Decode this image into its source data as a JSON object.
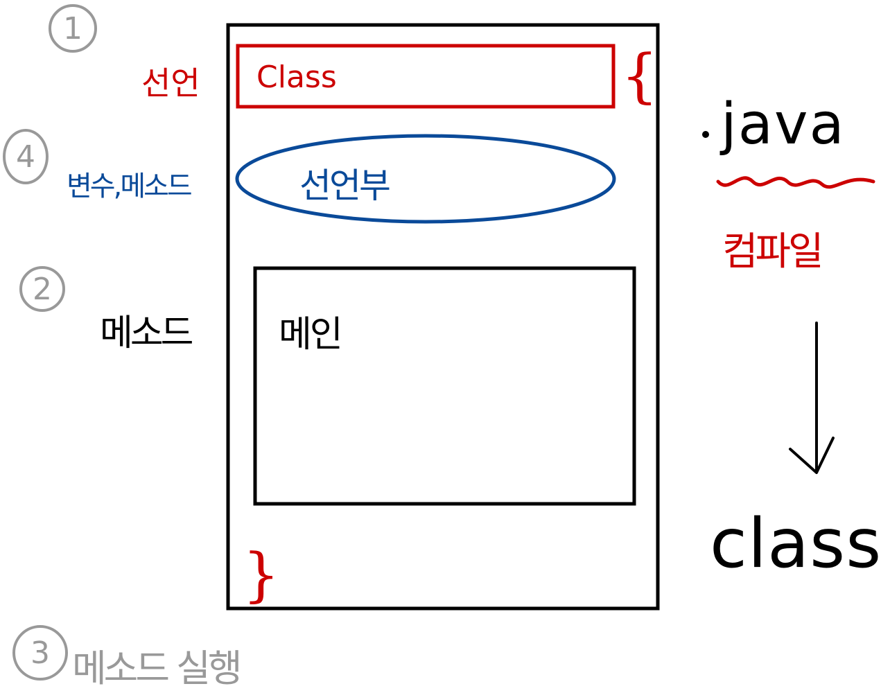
{
  "colors": {
    "red": "#cc0000",
    "blue": "#0a4a99",
    "black": "#000000",
    "gray": "#999999"
  },
  "numbers": {
    "n1": "1",
    "n2": "2",
    "n3": "3",
    "n4": "4"
  },
  "left_labels": {
    "declaration": "선언",
    "variables_methods": "변수,메소드",
    "method": "메소드",
    "method_execution": "메소드 실행"
  },
  "box": {
    "class_label": "Class",
    "open_brace": "{",
    "close_brace": "}",
    "declaration_section": "선언부",
    "main": "메인"
  },
  "right": {
    "java_ext": ".java",
    "compile": "컴파일",
    "class": "class"
  }
}
